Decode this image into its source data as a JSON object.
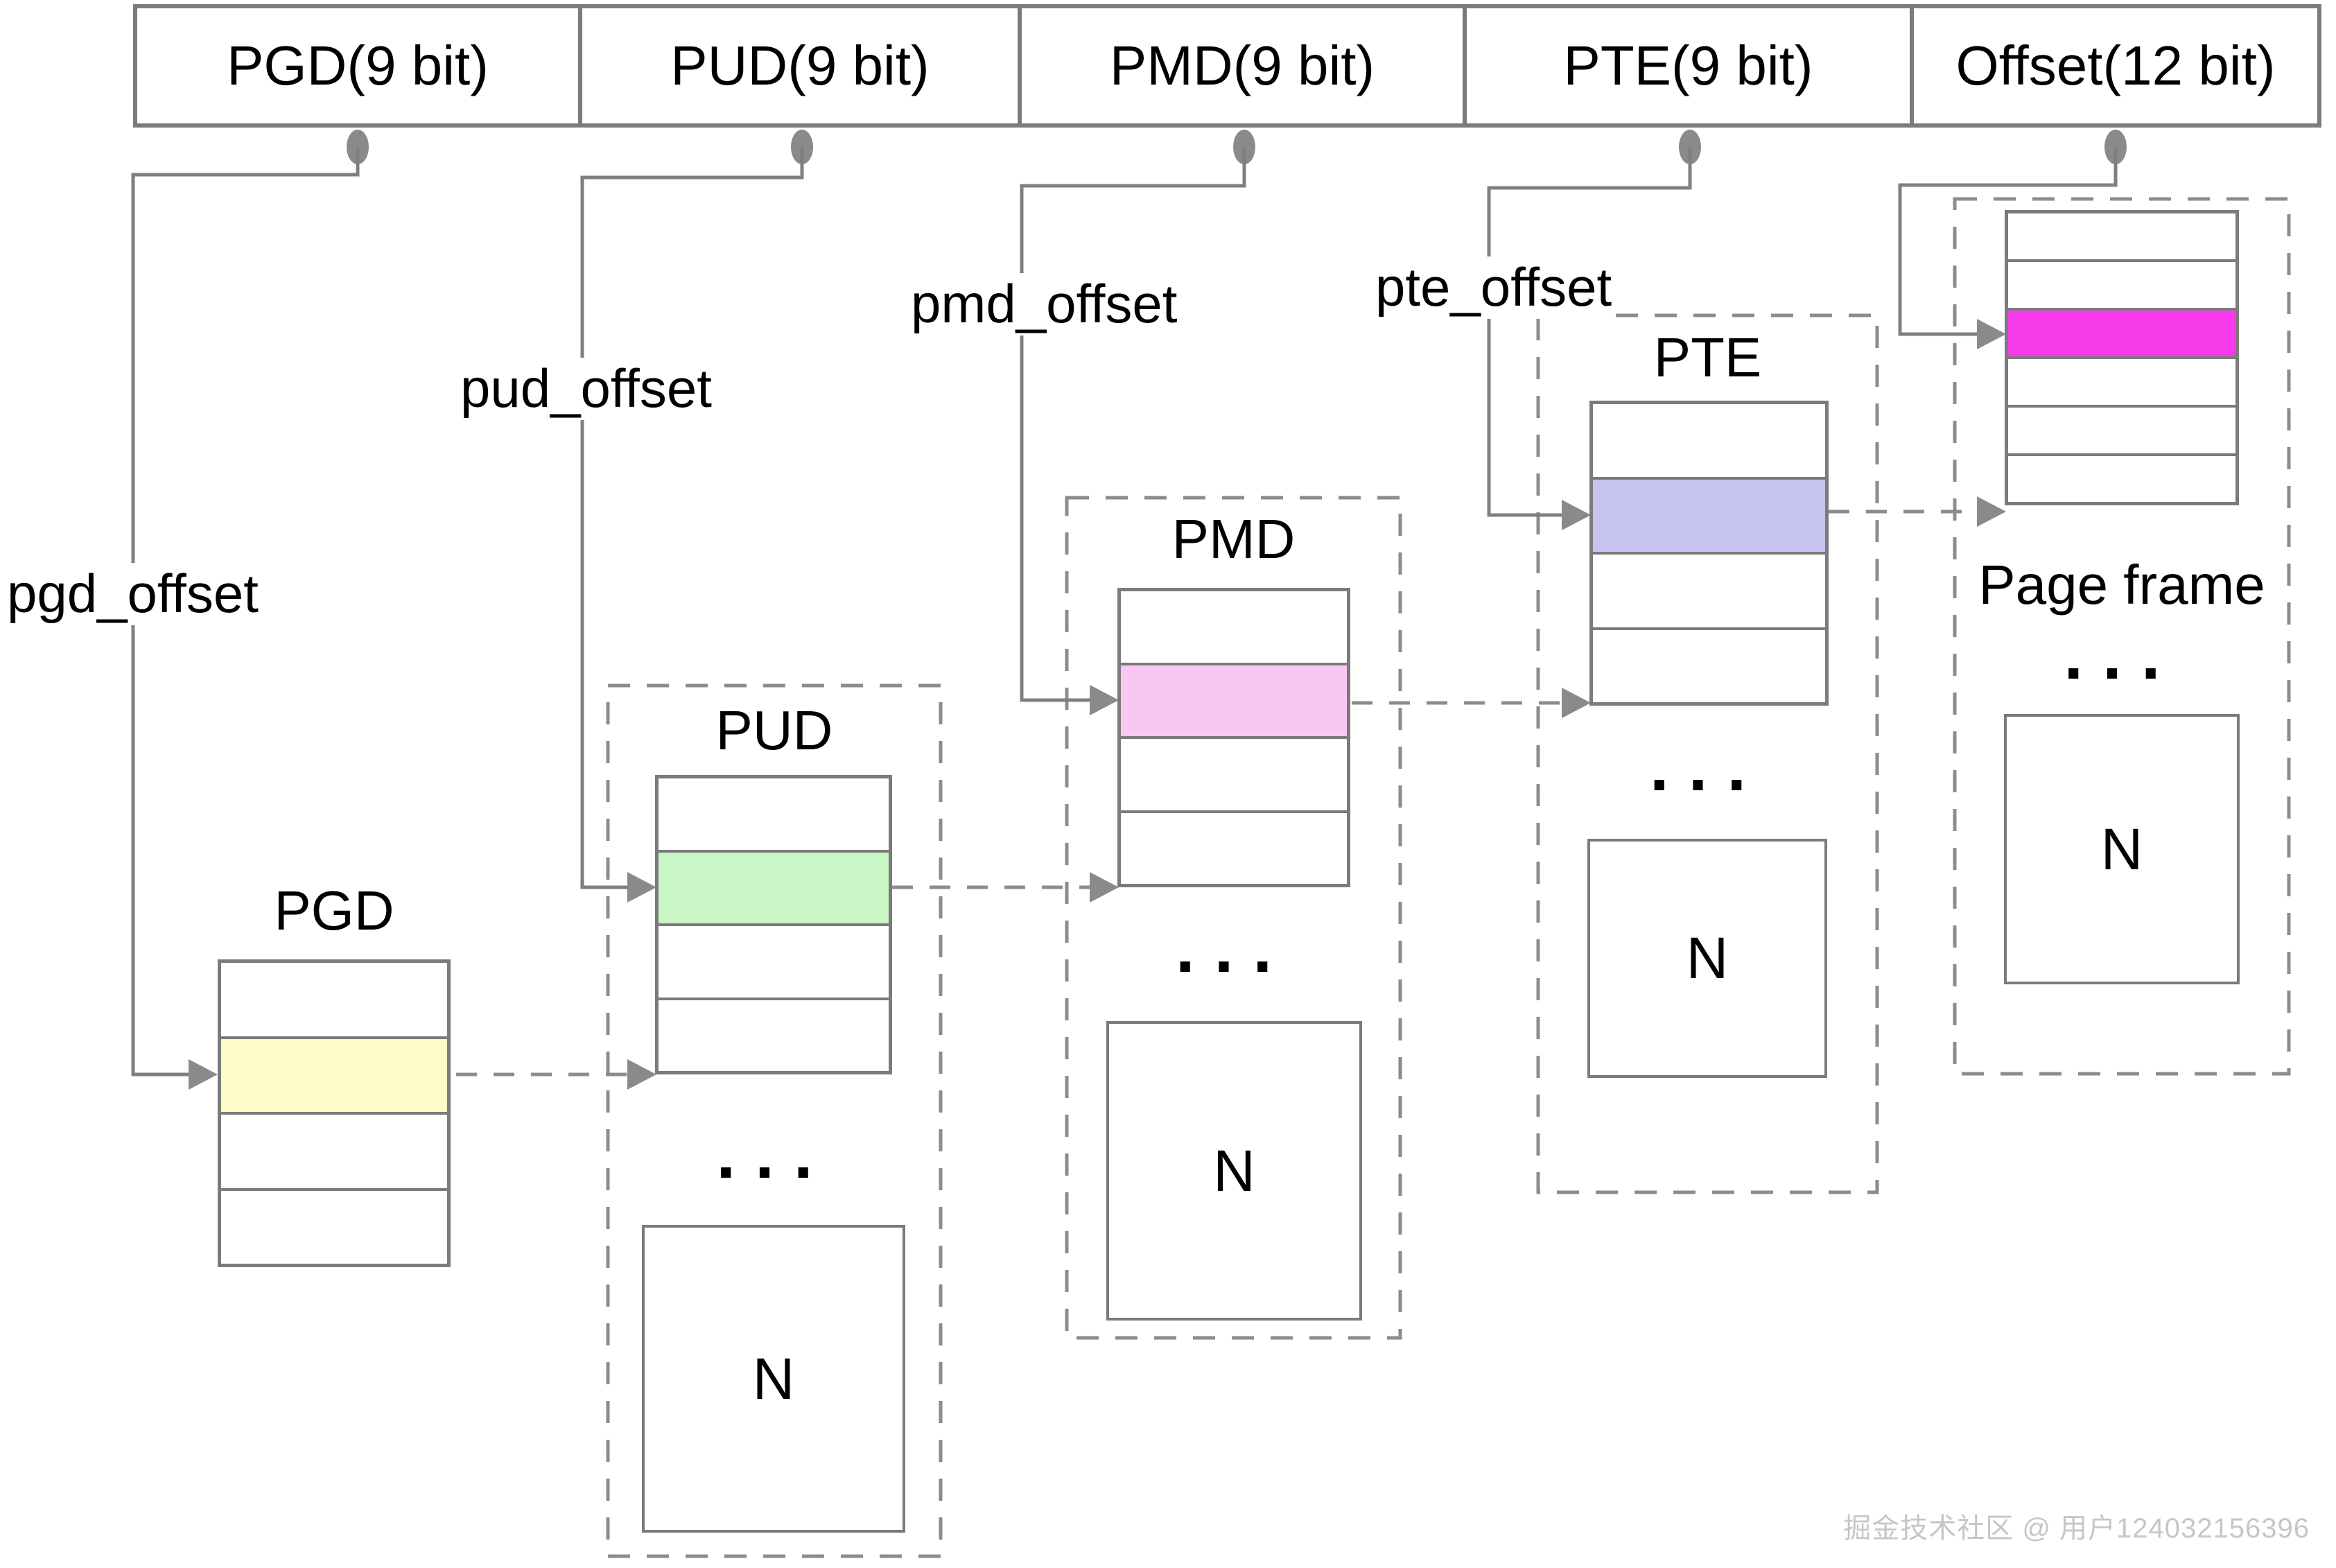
{
  "header": {
    "fields": [
      {
        "label": "PGD(9 bit)"
      },
      {
        "label": "PUD(9 bit)"
      },
      {
        "label": "PMD(9 bit)"
      },
      {
        "label": "PTE(9 bit)"
      },
      {
        "label": "Offset(12 bit)"
      }
    ]
  },
  "offset_labels": {
    "pgd": "pgd_offset",
    "pud": "pud_offset",
    "pmd": "pmd_offset",
    "pte": "pte_offset"
  },
  "tables": {
    "pgd": {
      "title": "PGD",
      "highlight_color": "#FCFCC6"
    },
    "pud": {
      "title": "PUD",
      "highlight_color": "#C9F6C5",
      "ellipsis": "...",
      "n_label": "N"
    },
    "pmd": {
      "title": "PMD",
      "highlight_color": "#FAC7F3",
      "ellipsis": "...",
      "n_label": "N"
    },
    "pte": {
      "title": "PTE",
      "highlight_color": "#C7C3F0",
      "ellipsis": "...",
      "n_label": "N"
    },
    "page_frame": {
      "title": "Page frame",
      "highlight_color": "#F73BEA",
      "ellipsis": "...",
      "n_label": "N"
    }
  },
  "watermark": {
    "text": "掘金技术社区 @ 用户124032156396",
    "color": "#c6c6c6"
  }
}
